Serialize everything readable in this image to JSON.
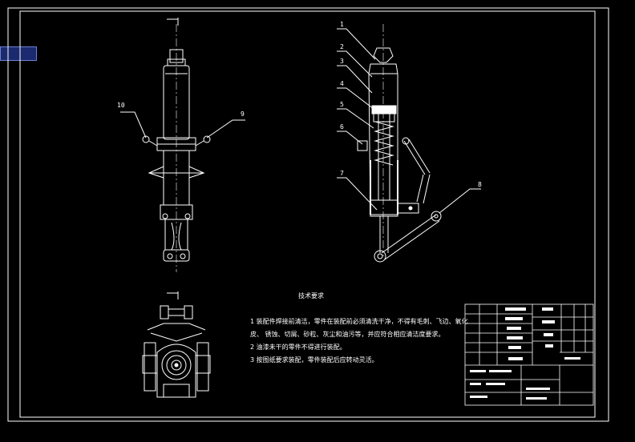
{
  "tech_notes": {
    "title": "技术要求",
    "lines": [
      "1 装配件焊接前清洁，零件在装配前必须清洗干净，不得有毛刺、飞边、氧化",
      "皮、 锈蚀、切屑、砂粒、灰尘和油污等，并应符合相应清洁度要求。",
      "2 油漆未干的零件不得进行装配。",
      "3 按图纸要求装配，零件装配后应转动灵活。"
    ]
  },
  "balloons": [
    "1",
    "2",
    "3",
    "4",
    "5",
    "6",
    "7",
    "8",
    "9",
    "10"
  ],
  "section_marks": {
    "top": "‾|",
    "bottom": "‾|"
  },
  "colors": {
    "lines": "#ffffff",
    "background": "#000000",
    "tab": "#1b2a6e"
  }
}
